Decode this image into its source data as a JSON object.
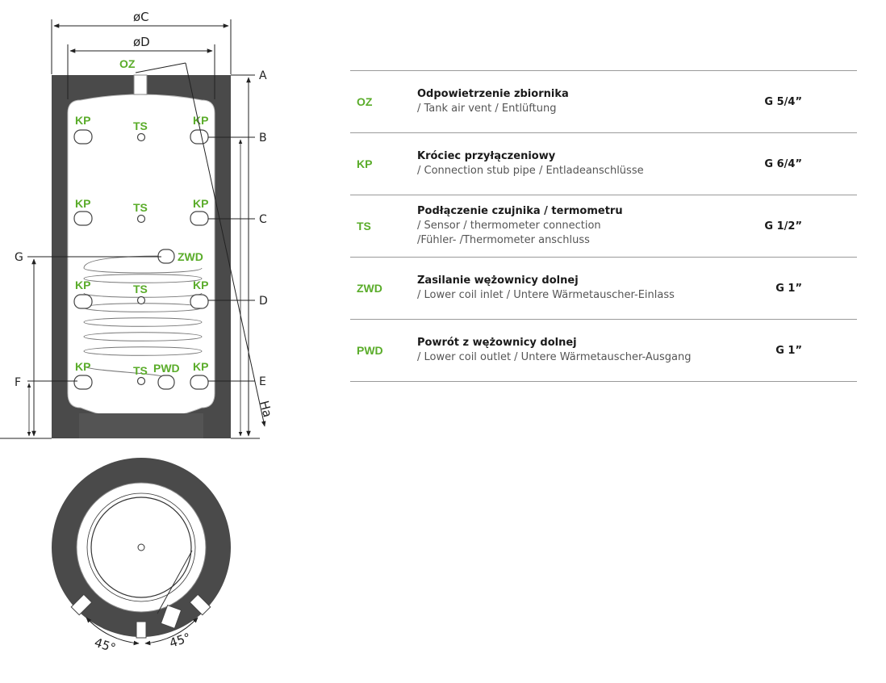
{
  "diagram": {
    "dims": {
      "oC": "øC",
      "oD": "øD",
      "A": "A",
      "B": "B",
      "C": "C",
      "D": "D",
      "E": "E",
      "F": "F",
      "G": "G",
      "Ha": "Ha",
      "angle1": "45°",
      "angle2": "45°"
    },
    "ports": {
      "oz": "OZ",
      "kp": "KP",
      "ts": "TS",
      "zwd": "ZWD",
      "pwd": "PWD"
    }
  },
  "spec_table": {
    "rows": [
      {
        "code": "OZ",
        "title": "Odpowietrzenie zbiornika",
        "lines": [
          "/ Tank air vent / Entlüftung"
        ],
        "size": "G 5/4”"
      },
      {
        "code": "KP",
        "title": "Króciec przyłączeniowy",
        "lines": [
          "/ Connection stub pipe / Entladeanschlüsse"
        ],
        "size": "G 6/4”"
      },
      {
        "code": "TS",
        "title": "Podłączenie czujnika / termometru",
        "lines": [
          "/ Sensor / thermometer connection",
          "/Fühler- /Thermometer anschluss"
        ],
        "size": "G 1/2”"
      },
      {
        "code": "ZWD",
        "title": "Zasilanie wężownicy dolnej",
        "lines": [
          "/ Lower coil inlet / Untere Wärmetauscher-Einlass"
        ],
        "size": "G 1”"
      },
      {
        "code": "PWD",
        "title": "Powrót z wężownicy dolnej",
        "lines": [
          "/ Lower coil outlet / Untere Wärmetauscher-Ausgang"
        ],
        "size": "G 1”"
      }
    ]
  }
}
